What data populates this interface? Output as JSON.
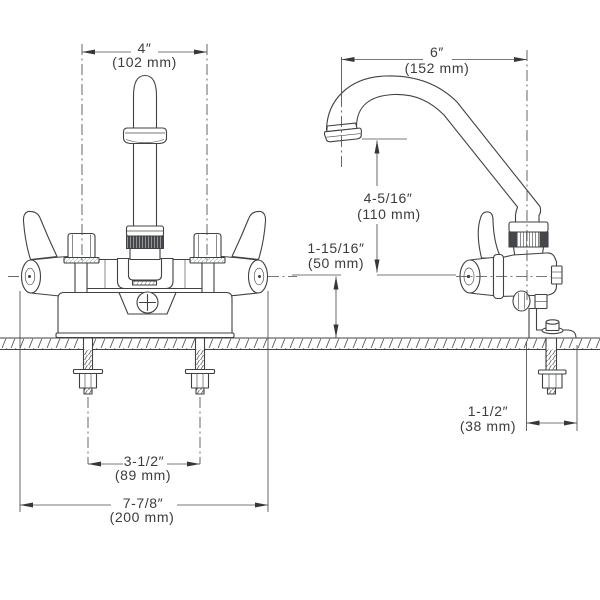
{
  "drawing": {
    "subject": "Two-handle utility faucet dimension drawing, front and side views",
    "background_color": "#ffffff",
    "line_color": "#3f4142",
    "text_color": "#3a3c3d"
  },
  "dims": {
    "faucet_width": {
      "in": "4″",
      "mm": "(102 mm)"
    },
    "spout_reach": {
      "in": "6″",
      "mm": "(152 mm)"
    },
    "spout_height": {
      "in": "4-5/16″",
      "mm": "(110 mm)"
    },
    "deck_to_center": {
      "in": "1-15/16″",
      "mm": "(50 mm)"
    },
    "bracket_length": {
      "in": "1-1/2″",
      "mm": "(38 mm)"
    },
    "bolt_spacing": {
      "in": "3-1/2″",
      "mm": "(89 mm)"
    },
    "overall_width": {
      "in": "7-7/8″",
      "mm": "(200 mm)"
    }
  }
}
